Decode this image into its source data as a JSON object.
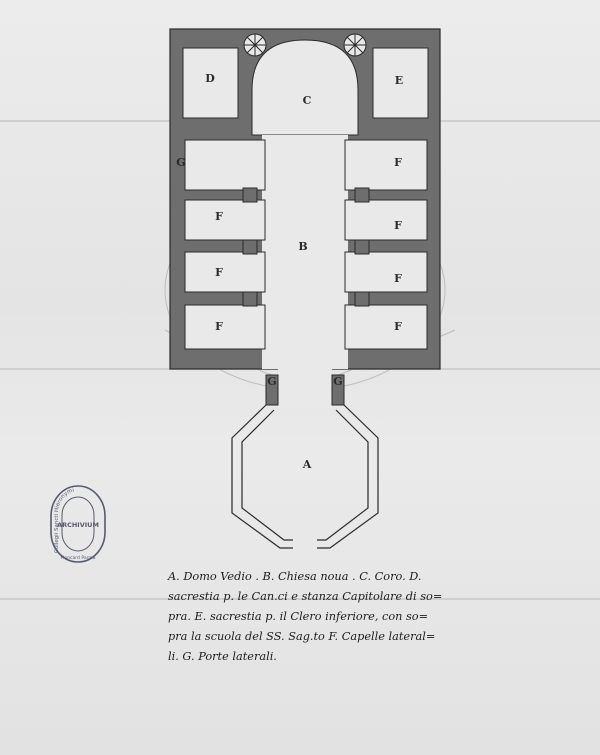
{
  "labels": {
    "A": "A",
    "B": "B",
    "C": "C",
    "D": "D",
    "E": "E",
    "F": "F",
    "G": "G"
  },
  "legend_lines": [
    "A. Domo Vedio . B. Chiesa noua . C. Coro. D.",
    "sacrestia p. le Can.ci e stanza Capitolare di so=",
    "pra. E. sacrestia p. il Clero inferiore, con so=",
    "pra la scuola del SS. Sag.to F. Capelle lateral=",
    "li. G. Porte laterali."
  ],
  "stamp": {
    "top_text": "Collegii Sancti Hieronymi",
    "middle_text": "ARCHIVIUM",
    "side_text": "Plancard Parma"
  },
  "colors": {
    "wall_fill": "#6e6e6e",
    "ink": "#2a2a2a",
    "paper": "#e9e9e9",
    "stamp_ink": "#565a70"
  }
}
